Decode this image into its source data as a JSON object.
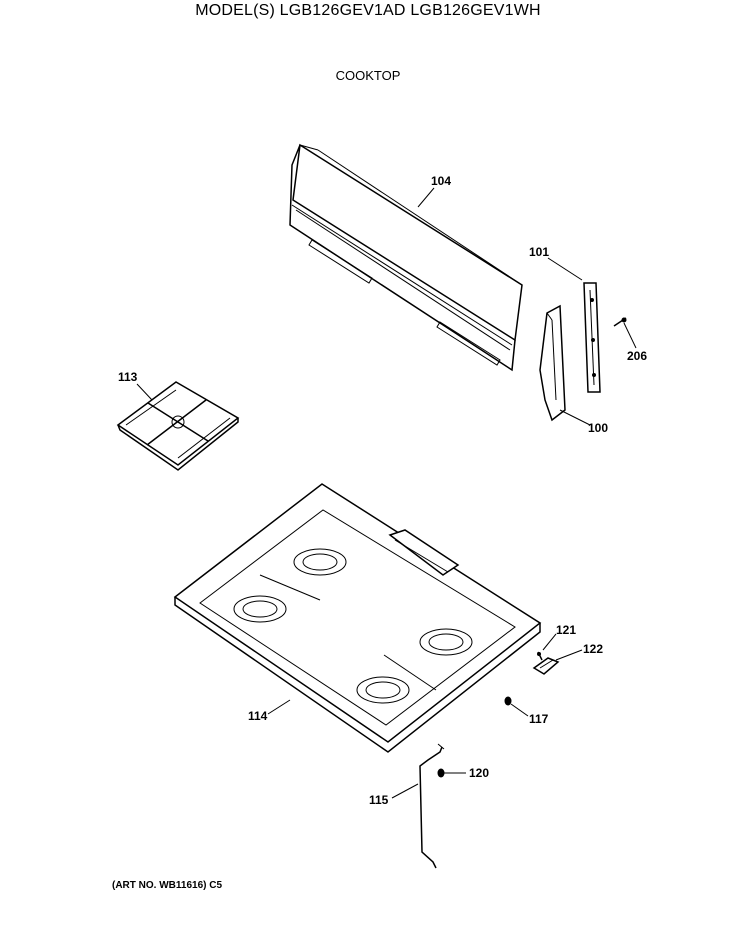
{
  "header": {
    "models": "MODEL(S) LGB126GEV1AD  LGB126GEV1WH",
    "section": "COOKTOP"
  },
  "callouts": {
    "p104": "104",
    "p101": "101",
    "p206": "206",
    "p113": "113",
    "p100": "100",
    "p121": "121",
    "p122": "122",
    "p114": "114",
    "p117": "117",
    "p120": "120",
    "p115": "115"
  },
  "footer": {
    "art_no": "(ART NO. WB11616) C5"
  }
}
